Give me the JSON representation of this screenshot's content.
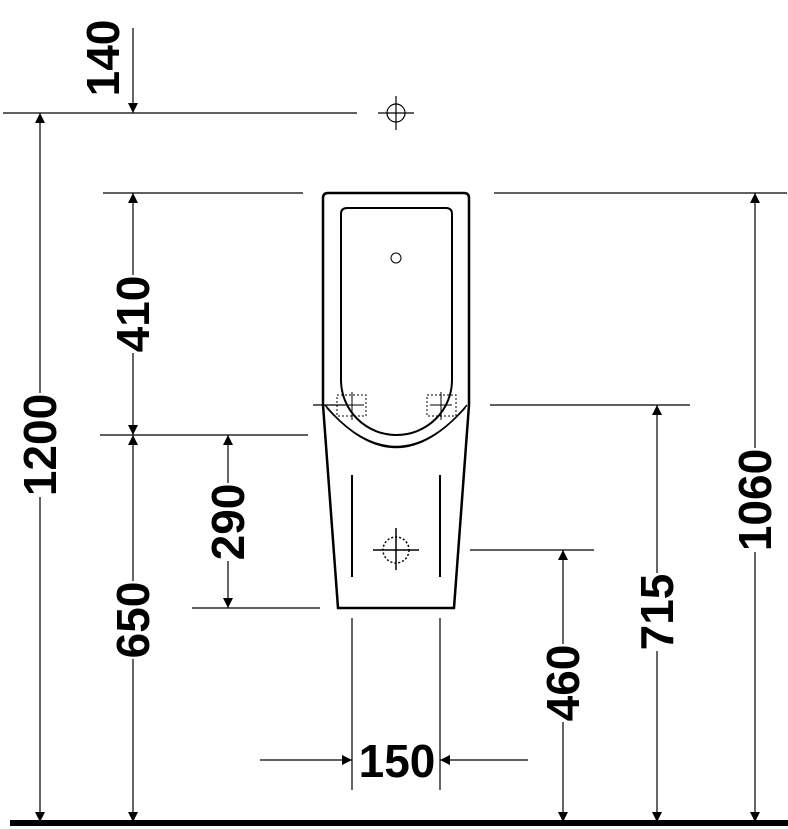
{
  "drawing": {
    "line_color": "#000000",
    "background": "#ffffff",
    "dimensions": {
      "d140": "140",
      "d410": "410",
      "d1200": "1200",
      "d290": "290",
      "d650": "650",
      "d1060": "1060",
      "d715": "715",
      "d460": "460",
      "d150": "150"
    }
  }
}
